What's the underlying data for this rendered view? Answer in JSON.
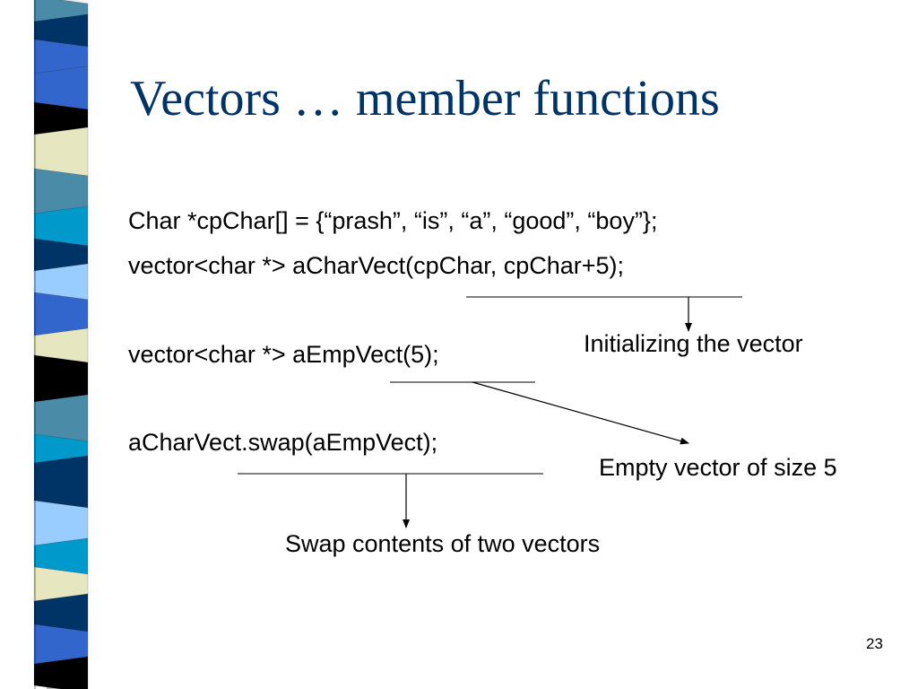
{
  "slide": {
    "title": "Vectors … member functions",
    "code_lines": [
      "Char *cpChar[] = {“prash”, “is”, “a”, “good”, “boy”};",
      "vector<char *> aCharVect(cpChar, cpChar+5);",
      "vector<char *> aEmpVect(5);",
      "aCharVect.swap(aEmpVect);"
    ],
    "annotations": {
      "initializing": "Initializing the vector",
      "empty_vector": "Empty vector of size 5",
      "swap": "Swap contents of two vectors"
    },
    "page_number": "23"
  },
  "theme": {
    "title_color": "#003366",
    "ribbon_colors": [
      "#4A8CA8",
      "#003366",
      "#3366CC",
      "#000000",
      "#E6E6C0",
      "#0099CC",
      "#99CCFF",
      "#FFFFFF"
    ]
  }
}
